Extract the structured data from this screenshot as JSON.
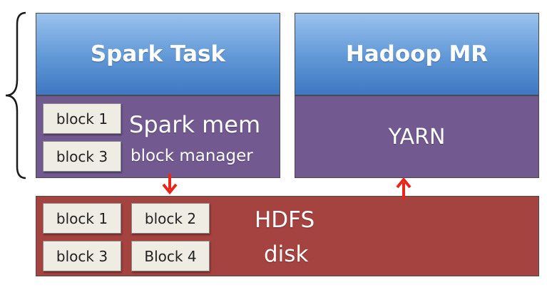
{
  "spark_task": {
    "title": "Spark Task"
  },
  "hadoop_mr": {
    "title": "Hadoop MR"
  },
  "spark_mem": {
    "title": "Spark mem",
    "subtitle": "block manager",
    "blocks": [
      "block 1",
      "block 3"
    ]
  },
  "yarn": {
    "title": "YARN"
  },
  "hdfs": {
    "title": "HDFS",
    "subtitle": "disk",
    "blocks": [
      "block 1",
      "block 2",
      "block 3",
      "Block 4"
    ]
  },
  "colors": {
    "task_blue": "#5f97d6",
    "mem_purple": "#725a91",
    "hdfs_red": "#a4433f",
    "block_fill": "#efece3",
    "arrow_red": "#e8261a"
  }
}
